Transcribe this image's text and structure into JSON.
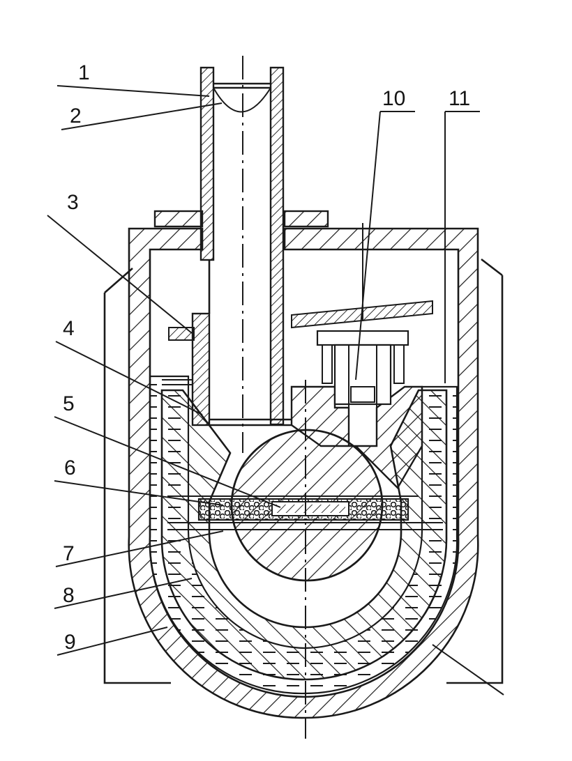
{
  "labels": {
    "l1": "1",
    "l2": "2",
    "l3": "3",
    "l4": "4",
    "l5": "5",
    "l6": "6",
    "l7": "7",
    "l8": "8",
    "l9": "9",
    "l10": "10",
    "l11": "11"
  },
  "colors": {
    "ink": "#1a1a1a",
    "paper": "#ffffff"
  }
}
